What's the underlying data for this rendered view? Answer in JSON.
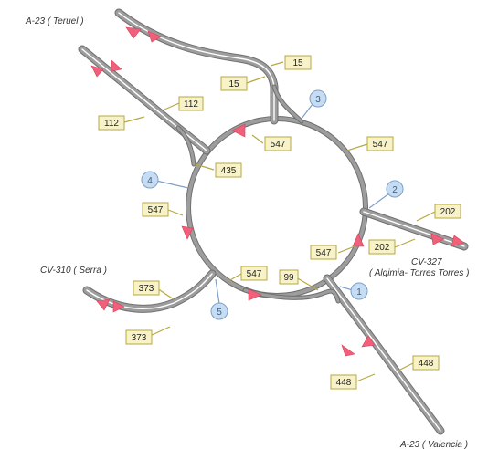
{
  "destinations": {
    "teruel": "A-23 ( Teruel )",
    "serra": "CV-310 ( Serra )",
    "cv327_line1": "CV-327",
    "cv327_line2": "( Algimia- Torres Torres )",
    "valencia": "A-23 ( Valencia )"
  },
  "volume_labels": {
    "v15_top": "15",
    "v15_bottom": "15",
    "v112_right": "112",
    "v112_left": "112",
    "v547_ring_north": "547",
    "v547_ring_northeast": "547",
    "v435": "435",
    "v547_west": "547",
    "v547_southeast": "547",
    "v99": "99",
    "v547_south": "547",
    "v202_top": "202",
    "v202_bottom": "202",
    "v373_top": "373",
    "v373_bottom": "373",
    "v448_right": "448",
    "v448_left": "448"
  },
  "nodes": {
    "n1": "1",
    "n2": "2",
    "n3": "3",
    "n4": "4",
    "n5": "5"
  },
  "colors": {
    "road": "#9d9d9d",
    "arrow": "#f0607a",
    "label_box": "#f8f2c8",
    "node": "#c6dcf2"
  }
}
